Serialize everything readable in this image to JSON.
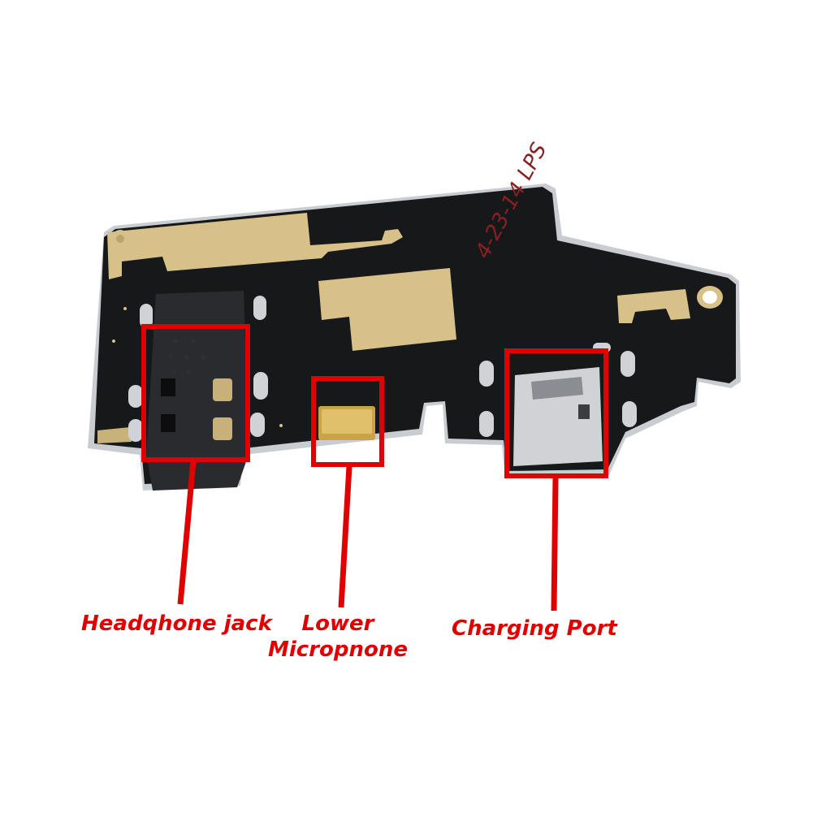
{
  "colors": {
    "background": "#ffffff",
    "annotation": "#e00000",
    "pcb_body": "#17181a",
    "copper": "#d7c188",
    "silver": "#d0d2d5"
  },
  "labels": {
    "headphone": "Headqhone jack",
    "mic_line1": "Lower",
    "mic_line2": "Micropnone",
    "charging": "Charging Port"
  },
  "board_marking": "4-23-14 LPS"
}
